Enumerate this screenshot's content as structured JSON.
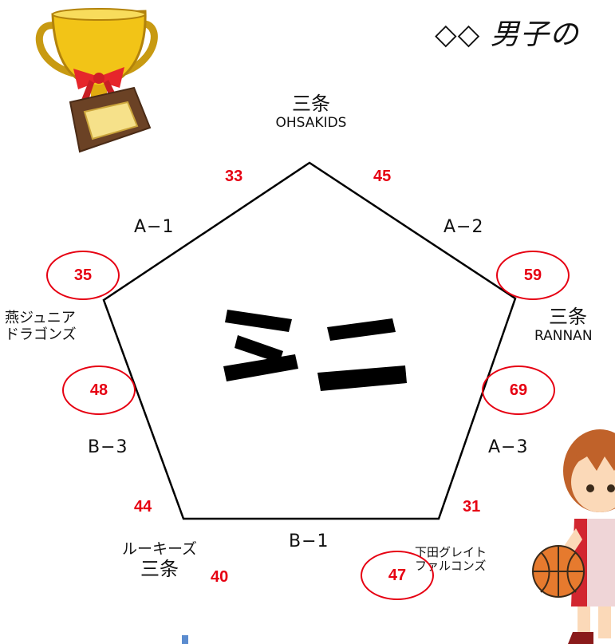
{
  "title": "◇◇ 男子の",
  "center_label": "ミニ",
  "teams": {
    "top": {
      "line1": "三条",
      "line2": "OHSAKIDS"
    },
    "right": {
      "line1": "三条",
      "line2": "RANNAN"
    },
    "left": {
      "line1": "燕ジュニア",
      "line2": "ドラゴンズ"
    },
    "bottom_left": {
      "line1": "ルーキーズ",
      "line2": "三条"
    },
    "bottom_right": {
      "line1": "下田グレイト",
      "line2": "ファルコンズ"
    }
  },
  "matches": {
    "a1": "A−1",
    "a2": "A−2",
    "a3": "A−3",
    "b1": "B−1",
    "b3": "B−3"
  },
  "scores": {
    "a1_top": "33",
    "a1_left": "35",
    "a2_top": "45",
    "a2_right": "59",
    "a3_right": "69",
    "a3_bottom": "31",
    "b3_left": "48",
    "b3_bottom": "44",
    "b1_left": "40",
    "b1_right": "47"
  },
  "colors": {
    "score": "#e60012",
    "circle": "#e60012"
  },
  "icons": [
    "trophy-icon",
    "basketball-player-icon"
  ]
}
